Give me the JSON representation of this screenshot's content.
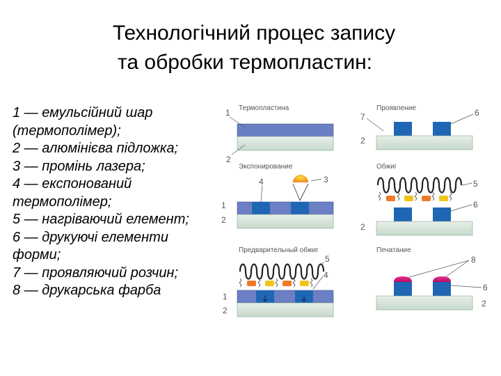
{
  "title": {
    "line1": "Технологічний процес запису",
    "line2": "та обробки термопластин:"
  },
  "legend": [
    "1 — емульсійний шар",
    "(термополімер);",
    "2 — алюмінієва підложка;",
    "3 — промінь лазера;",
    "4 — експонований",
    "термополімер;",
    "5 — нагріваючий елемент;",
    "6 — друкуючі елементи",
    "форми;",
    "7 — проявляючий розчин;",
    "8 — друкарська фарба"
  ],
  "panels": {
    "plate": "Термопластина",
    "exposure": "Экспонирование",
    "preheat": "Предварительный обжиг",
    "develop": "Проявление",
    "burn": "Обжиг",
    "print": "Печатание"
  },
  "numbers": {
    "n1": "1",
    "n2": "2",
    "n3": "3",
    "n4": "4",
    "n5": "5",
    "n6": "6",
    "n7": "7",
    "n8": "8"
  },
  "colors": {
    "emulsion": "#6b7fc4",
    "exposed": "#1f67b4",
    "substrate": "#d3e2d8",
    "ink": "#d6127a",
    "heat_orange": "#f07a2a",
    "heat_yellow": "#f2c318"
  }
}
